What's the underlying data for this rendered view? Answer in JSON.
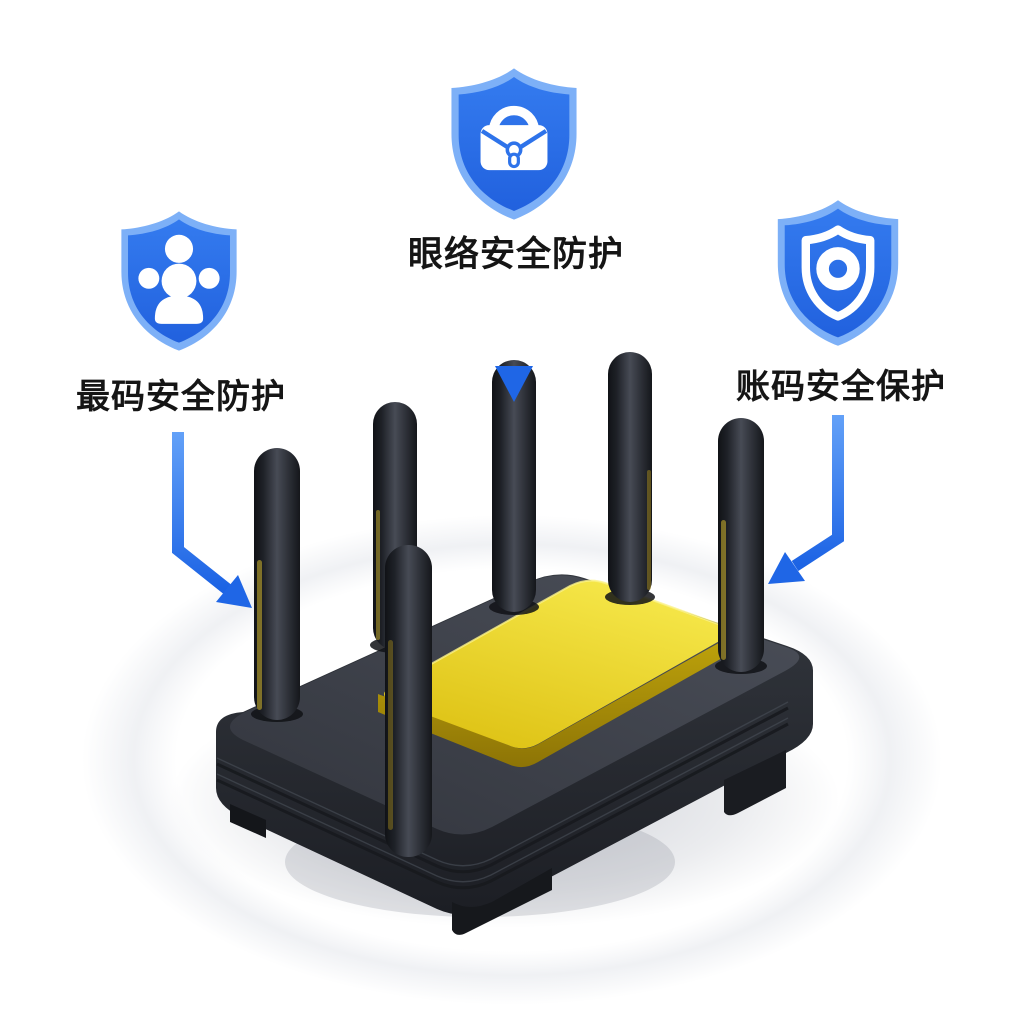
{
  "scene": {
    "description": "3D render of a black six-antenna wifi router with a yellow top panel on a white floor, annotated with three blue security shields, labels and arrows",
    "background_color": "#ffffff"
  },
  "annotations": {
    "left": {
      "label": "最码安全防护",
      "icon": "user-group-shield-icon"
    },
    "center": {
      "label": "眼络安全防护",
      "icon": "briefcase-lock-shield-icon"
    },
    "right": {
      "label": "账码安全保护",
      "icon": "shield-ring-shield-icon"
    }
  },
  "colors": {
    "shield_fill": "#2a6fe8",
    "shield_border": "#7db0f7",
    "shield_glyph": "#ffffff",
    "arrow": "#2e7bf0",
    "label_text": "#151515",
    "router_top": "#3d414a",
    "router_side": "#24272e",
    "antenna": "#23252b",
    "panel_yellow": "#eed81f"
  }
}
